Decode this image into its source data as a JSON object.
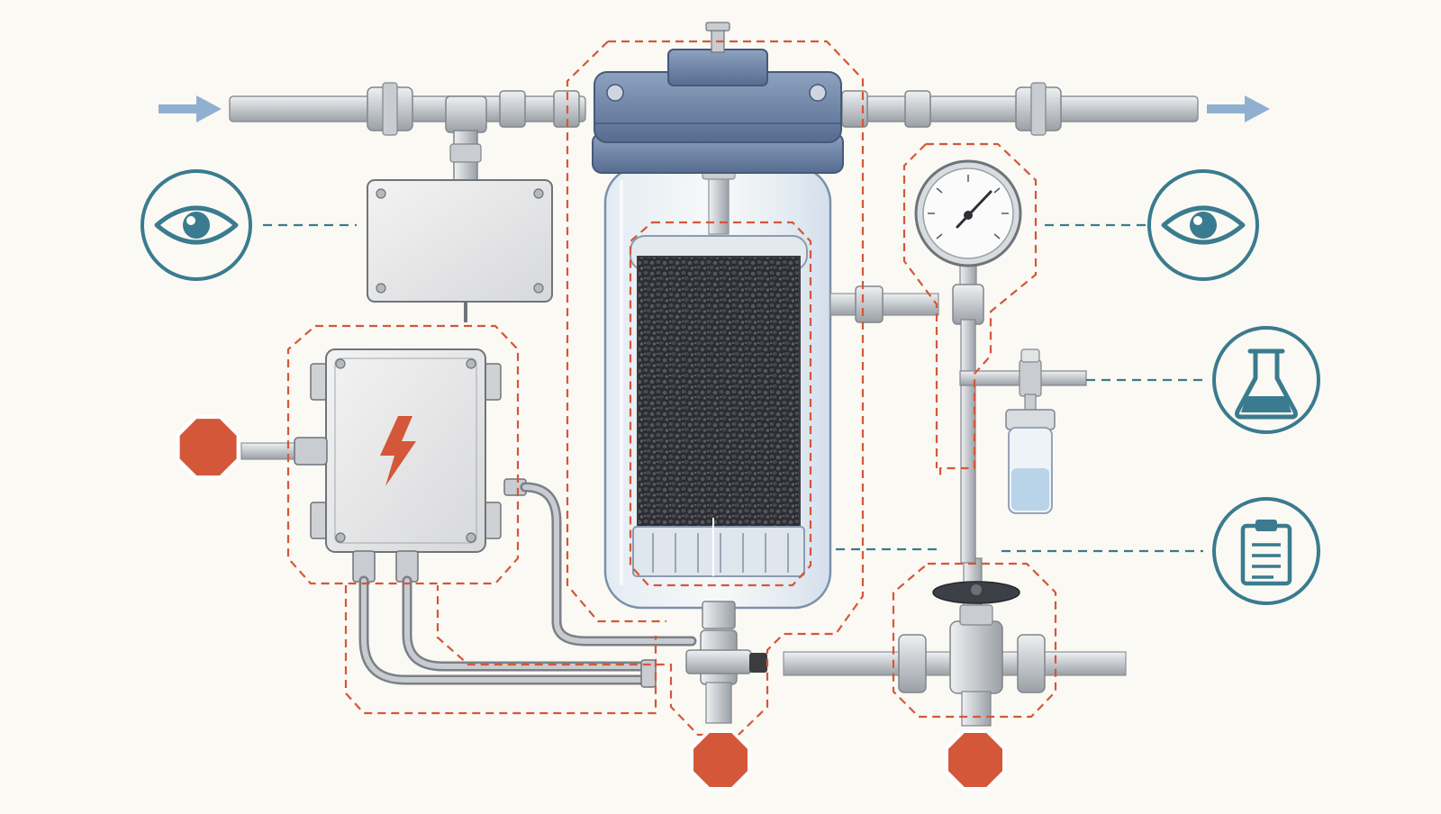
{
  "diagram": {
    "flow_direction": "left-to-right",
    "colors": {
      "background": "#fbf9f3",
      "pipe": "#c9ccd0",
      "pipe_edge": "#8d9298",
      "housing_blue": "#6f86a8",
      "housing_blue_dark": "#4e6487",
      "boundary_dashed": "#d4573a",
      "hazard": "#d4573a",
      "monitor_teal": "#3a7b8f",
      "arrow_blue": "#8fb0d0",
      "media_dark": "#2b2d31"
    },
    "components": [
      {
        "id": "inlet-arrow",
        "icon": "arrow-right-icon"
      },
      {
        "id": "outlet-arrow",
        "icon": "arrow-right-icon"
      },
      {
        "id": "sensor-box",
        "icon": "junction-box-icon"
      },
      {
        "id": "electrical-enclosure",
        "icon": "lightning-bolt-icon"
      },
      {
        "id": "filter-housing",
        "icon": "filter-housing-icon"
      },
      {
        "id": "carbon-cartridge",
        "icon": "carbon-media-icon"
      },
      {
        "id": "pressure-gauge",
        "icon": "pressure-gauge-icon"
      },
      {
        "id": "sample-port",
        "icon": "sample-vial-icon"
      },
      {
        "id": "drain-valve",
        "icon": "drain-valve-icon"
      },
      {
        "id": "isolation-valve",
        "icon": "gate-valve-icon"
      }
    ],
    "annotations": [
      {
        "id": "visual-inspection-left",
        "icon": "eye-icon",
        "style": "monitor"
      },
      {
        "id": "visual-inspection-right",
        "icon": "eye-icon",
        "style": "monitor"
      },
      {
        "id": "lab-sampling",
        "icon": "flask-icon",
        "style": "monitor"
      },
      {
        "id": "records-checklist",
        "icon": "clipboard-icon",
        "style": "monitor"
      },
      {
        "id": "hazard-electrical",
        "icon": "stop-octagon-icon",
        "style": "hazard"
      },
      {
        "id": "hazard-drain",
        "icon": "stop-octagon-icon",
        "style": "hazard"
      },
      {
        "id": "hazard-valve",
        "icon": "stop-octagon-icon",
        "style": "hazard"
      }
    ]
  }
}
